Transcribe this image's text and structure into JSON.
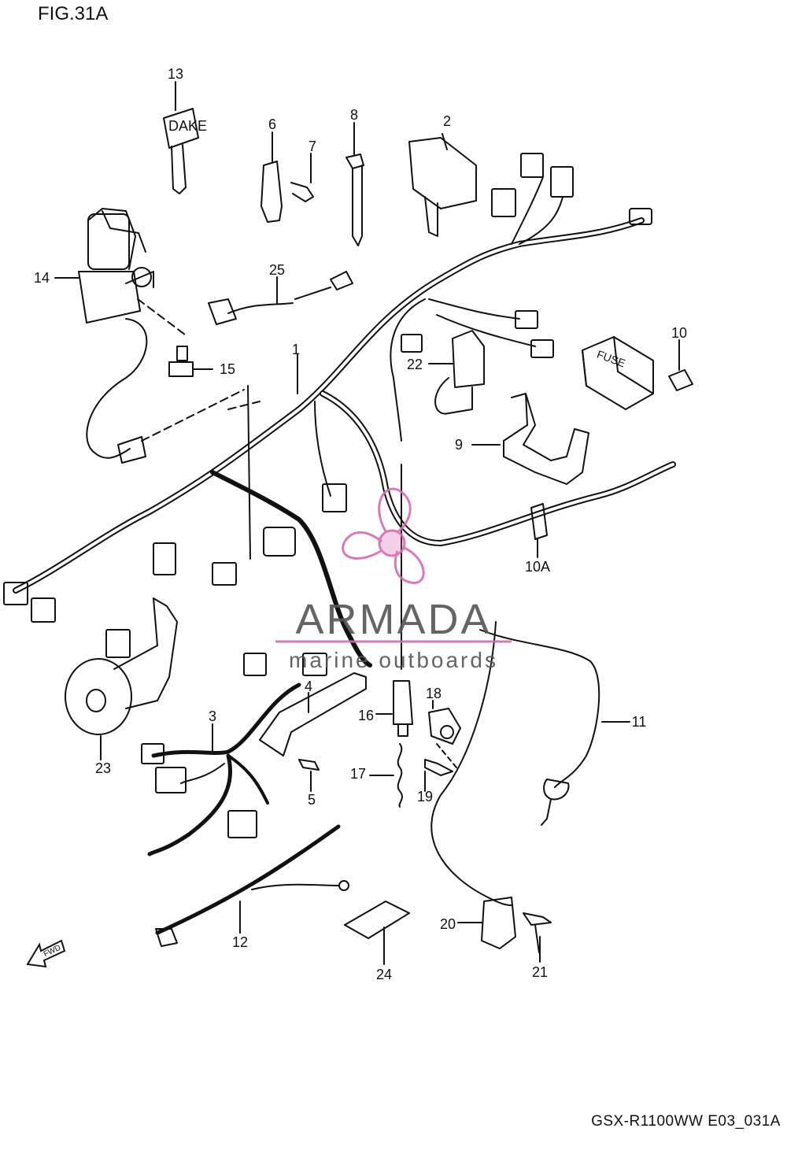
{
  "figure_title": "FIG.31A",
  "model_code": "GSX-R1100WW  E03_031A",
  "watermark": {
    "brand": "ARMADA",
    "tagline": "marine outboards",
    "accent": "#d66bb3",
    "text_color": "#555555"
  },
  "part_labels": [
    "1",
    "2",
    "3",
    "4",
    "5",
    "6",
    "7",
    "8",
    "9",
    "10",
    "10A",
    "11",
    "12",
    "13",
    "14",
    "15",
    "16",
    "17",
    "18",
    "19",
    "20",
    "21",
    "22",
    "23",
    "24",
    "25"
  ],
  "fuse_box_text": "FUSE",
  "key_text": "DAKE",
  "direction_arrow": {
    "text": "FWD",
    "icon": "arrow-forward-icon"
  },
  "colors": {
    "line": "#111111",
    "background": "#ffffff"
  }
}
